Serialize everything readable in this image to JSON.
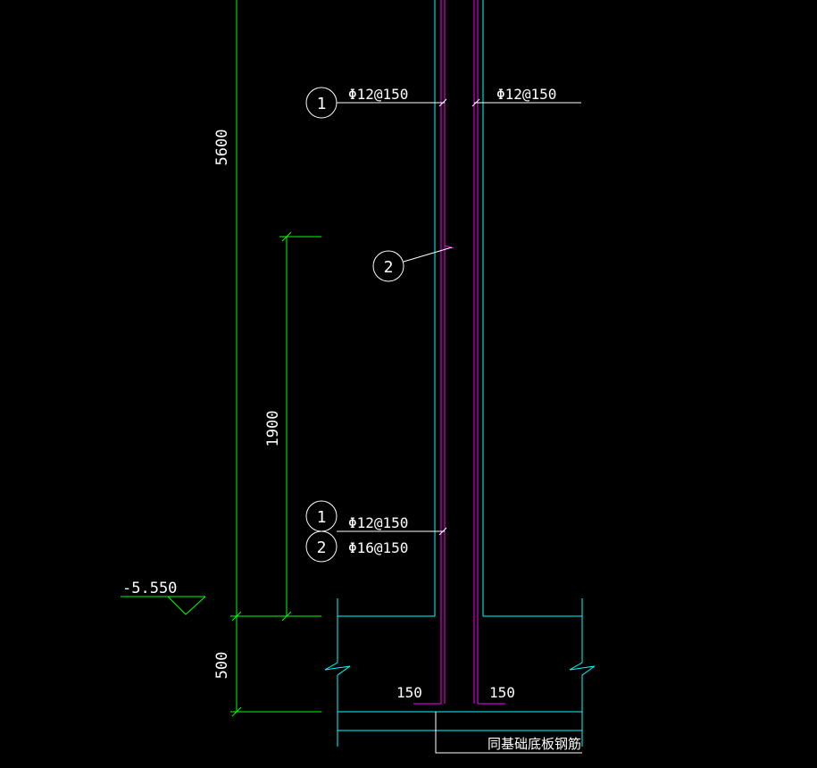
{
  "colors": {
    "background": "#000000",
    "dimension": "#00ff00",
    "wall": "#00ffff",
    "rebar": "#ff00ff",
    "leader": "#ffffff",
    "text": "#ffffff",
    "level": "#00ff00"
  },
  "dimensions": {
    "total_height": "5600",
    "upper_segment": "1900",
    "foundation_depth": "500"
  },
  "level_mark": {
    "elevation": "-5.550"
  },
  "rebar_callouts": [
    {
      "number": "1",
      "label_left": "Φ12@150",
      "label_right": "Φ12@150"
    },
    {
      "number": "2"
    },
    {
      "number": "1",
      "label": "Φ12@150"
    },
    {
      "number": "2",
      "label": "Φ16@150"
    }
  ],
  "foundation": {
    "left_anchor": "150",
    "right_anchor": "150",
    "note": "同基础底板钢筋"
  }
}
